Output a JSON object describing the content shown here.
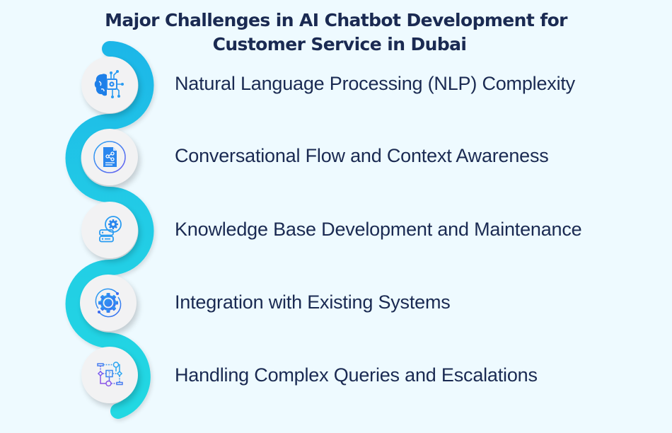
{
  "title": {
    "line1": "Major Challenges in AI Chatbot Development for",
    "line2": "Customer Service in Dubai"
  },
  "colors": {
    "background": "#eefaff",
    "title_text": "#1a2a52",
    "label_text": "#1a2a52",
    "ribbon_top": "#1fb6e8",
    "ribbon_bottom": "#22d6e2",
    "circle_fill": "#f2f2f3",
    "icon_blue": "#1e88f0",
    "icon_purple": "#8a55e8"
  },
  "steps": [
    {
      "label": "Natural Language Processing (NLP) Complexity",
      "icon": "brain-circuit-icon"
    },
    {
      "label": "Conversational Flow and Context Awareness",
      "icon": "shared-document-icon"
    },
    {
      "label": "Knowledge Base Development and Maintenance",
      "icon": "server-gear-icon"
    },
    {
      "label": "Integration with Existing Systems",
      "icon": "gear-orbit-icon"
    },
    {
      "label": "Handling Complex Queries and Escalations",
      "icon": "flowchart-question-icon"
    }
  ]
}
